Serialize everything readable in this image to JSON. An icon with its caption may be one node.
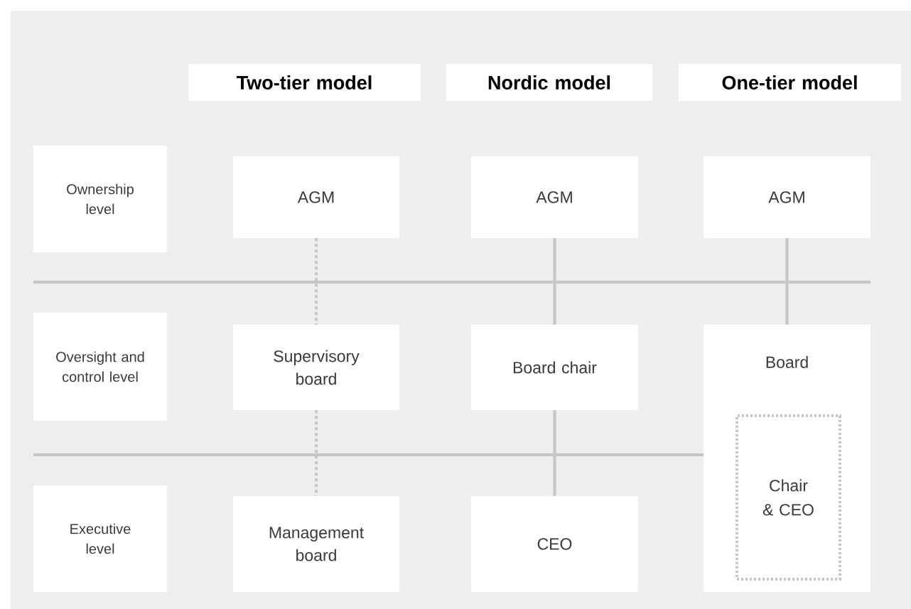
{
  "diagram": {
    "nodes": [
      {
        "text": [
          "Two-tier model"
        ]
      },
      {
        "text": [
          "Nordic model"
        ]
      },
      {
        "text": [
          "One-tier model"
        ]
      },
      {
        "text": [
          "Ownership level"
        ]
      },
      {
        "text": [
          "Oversight and control level"
        ]
      },
      {
        "text": [
          "Executive level"
        ]
      },
      {
        "text": [
          "AGM"
        ]
      },
      {
        "text": [
          "AGM"
        ]
      },
      {
        "text": [
          "AGM"
        ]
      },
      {
        "text": [
          "Supervisory board"
        ]
      },
      {
        "text": [
          "Board chair"
        ]
      },
      {
        "text": [
          "Board"
        ]
      },
      {
        "text": [
          "Chair & CEO"
        ],
        "in": 11
      },
      {
        "text": [
          "Management board"
        ]
      },
      {
        "text": [
          "CEO"
        ]
      }
    ],
    "edges": [
      {
        "from": 6,
        "to": 9,
        "arrow": "none",
        "style": "dashed"
      },
      {
        "from": 9,
        "to": 13,
        "arrow": "none",
        "style": "dashed"
      },
      {
        "from": 7,
        "to": 10,
        "arrow": "none"
      },
      {
        "from": 10,
        "to": 14,
        "arrow": "none"
      },
      {
        "from": 8,
        "to": 11,
        "arrow": "none"
      }
    ]
  }
}
